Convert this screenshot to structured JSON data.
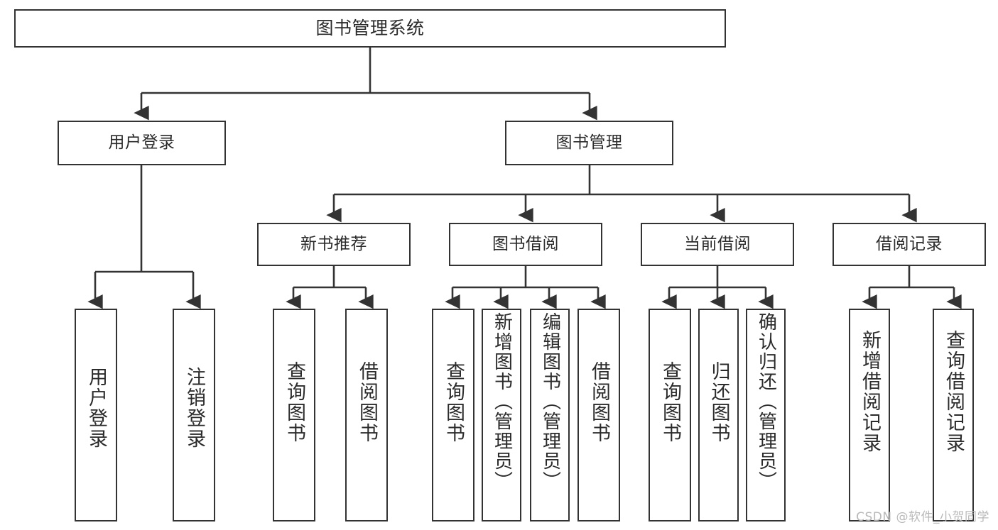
{
  "diagram": {
    "type": "tree",
    "orientation": "top-down",
    "title": "图书管理系统",
    "watermark": "CSDN @软件_小贺同学",
    "colors": {
      "box_border": "#333333",
      "box_fill": "#ffffff",
      "connector": "#333333",
      "text": "#2b2b2b",
      "watermark": "#b9b9b9"
    },
    "nodes": {
      "root": {
        "label": "图书管理系统",
        "level": 1
      },
      "l2": [
        {
          "id": "user-login",
          "label": "用户登录",
          "level": 2
        },
        {
          "id": "book-manage",
          "label": "图书管理",
          "level": 2
        }
      ],
      "l3": [
        {
          "id": "new-book-rec",
          "label": "新书推荐",
          "level": 3,
          "parent": "book-manage"
        },
        {
          "id": "book-borrow",
          "label": "图书借阅",
          "level": 3,
          "parent": "book-manage"
        },
        {
          "id": "current-borrow",
          "label": "当前借阅",
          "level": 3,
          "parent": "book-manage"
        },
        {
          "id": "borrow-record",
          "label": "借阅记录",
          "level": 3,
          "parent": "book-manage"
        }
      ],
      "leaves": [
        {
          "id": "leaf-user-login",
          "label": "用户登录",
          "parent": "user-login"
        },
        {
          "id": "leaf-logout",
          "label": "注销登录",
          "parent": "user-login"
        },
        {
          "id": "leaf-query-book-1",
          "label": "查询图书",
          "parent": "new-book-rec"
        },
        {
          "id": "leaf-borrow-book-1",
          "label": "借阅图书",
          "parent": "new-book-rec"
        },
        {
          "id": "leaf-query-book-2",
          "label": "查询图书",
          "parent": "book-borrow"
        },
        {
          "id": "leaf-add-book",
          "label": "新增图书（管理员）",
          "parent": "book-borrow"
        },
        {
          "id": "leaf-edit-book",
          "label": "编辑图书（管理员）",
          "parent": "book-borrow"
        },
        {
          "id": "leaf-borrow-book-2",
          "label": "借阅图书",
          "parent": "book-borrow"
        },
        {
          "id": "leaf-query-book-3",
          "label": "查询图书",
          "parent": "current-borrow"
        },
        {
          "id": "leaf-return-book",
          "label": "归还图书",
          "parent": "current-borrow"
        },
        {
          "id": "leaf-confirm-return",
          "label": "确认归还（管理员）",
          "parent": "current-borrow"
        },
        {
          "id": "leaf-add-record",
          "label": "新增借阅记录",
          "parent": "borrow-record"
        },
        {
          "id": "leaf-query-record",
          "label": "查询借阅记录",
          "parent": "borrow-record"
        }
      ]
    }
  }
}
